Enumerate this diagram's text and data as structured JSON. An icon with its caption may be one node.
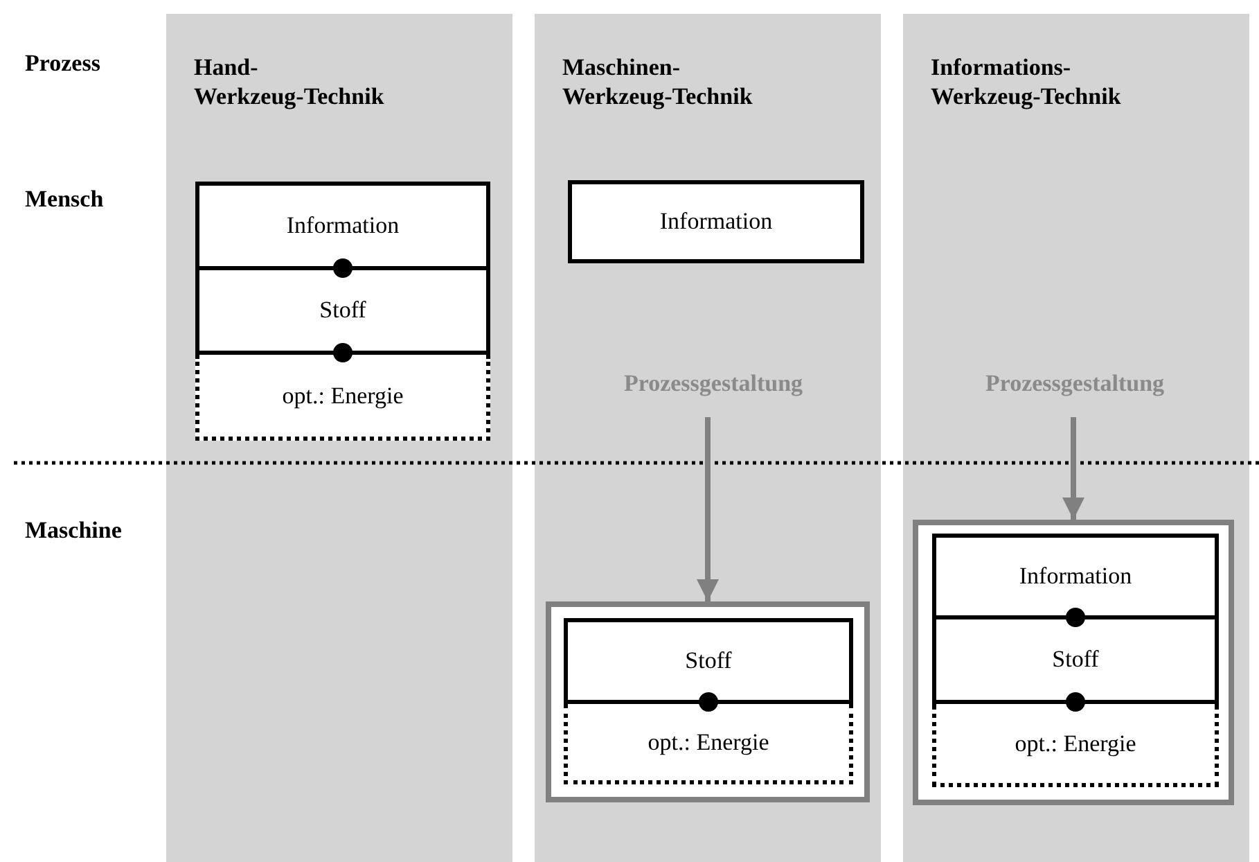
{
  "diagram": {
    "nodes": [
      {
        "text": [
          "Hand- Werkzeug-Technik"
        ]
      },
      {
        "text": [
          "Information"
        ],
        "in": 0
      },
      {
        "text": [
          "Stoff"
        ],
        "in": 0
      },
      {
        "text": [
          "opt.: Energie"
        ],
        "in": 0
      },
      {
        "text": [
          "Maschinen- Werkzeug-Technik"
        ]
      },
      {
        "text": [
          "Information"
        ],
        "in": 4
      },
      {
        "text": [
          "Prozessgestaltung"
        ],
        "in": 4
      },
      {
        "text": [],
        "shape": "box",
        "in": 4
      },
      {
        "text": [
          "Stoff"
        ],
        "in": 7
      },
      {
        "text": [
          "opt.: Energie"
        ],
        "in": 7
      },
      {
        "text": [
          "Informations- Werkzeug-Technik"
        ]
      },
      {
        "text": [
          "Prozessgestaltung"
        ],
        "in": 10
      },
      {
        "text": [],
        "shape": "box",
        "in": 10
      },
      {
        "text": [
          "Information"
        ],
        "in": 12
      },
      {
        "text": [
          "Stoff"
        ],
        "in": 12
      },
      {
        "text": [
          "opt.: Energie"
        ],
        "in": 12
      }
    ],
    "edges": [
      {
        "from": 6,
        "to": 7,
        "arrow": "to"
      },
      {
        "from": 11,
        "to": 12,
        "arrow": "to"
      }
    ],
    "labels": [
      "Prozess",
      "Mensch",
      "Maschine"
    ]
  }
}
